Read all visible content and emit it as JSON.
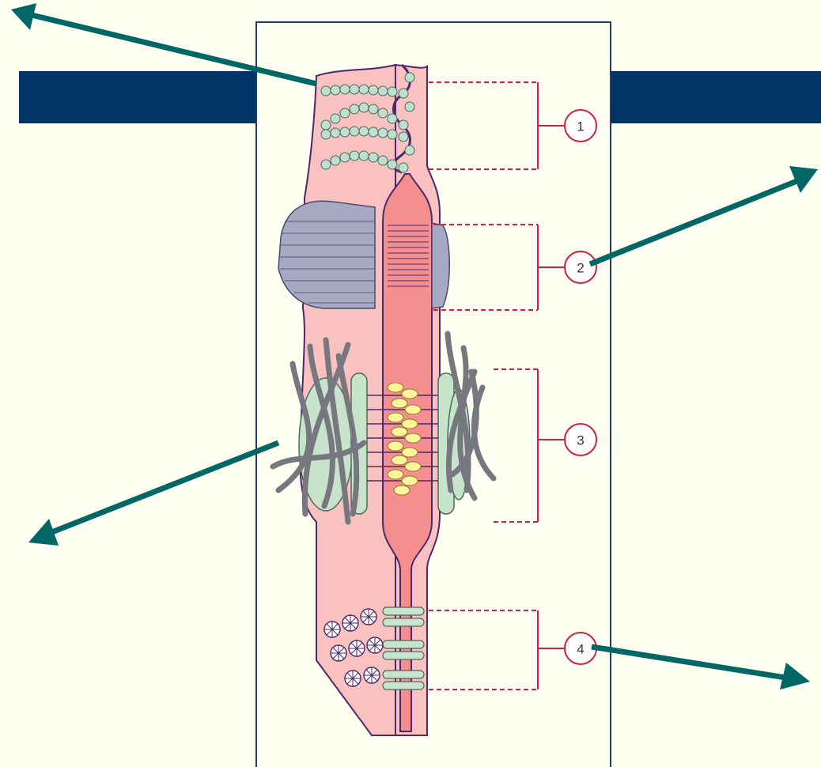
{
  "colors": {
    "slide_background": "#fffff2",
    "header_band": "#003366",
    "panel_border": "#1f3a6b",
    "cell_fill": "#f9c1c0",
    "cell_outline": "#4a2a6a",
    "arrow": "#006666",
    "bracket": "#cc2244",
    "tight_junction_beads": "#bfe0cf",
    "desmosome_plaque": "#c8e3cc",
    "intermediate_filaments": "#777780",
    "cadherin_yellow": "#fff59a"
  },
  "diagram": {
    "markers": [
      {
        "label": "1",
        "structure": "tight-junction"
      },
      {
        "label": "2",
        "structure": "adherens-junction"
      },
      {
        "label": "3",
        "structure": "desmosome"
      },
      {
        "label": "4",
        "structure": "gap-junction"
      }
    ]
  }
}
